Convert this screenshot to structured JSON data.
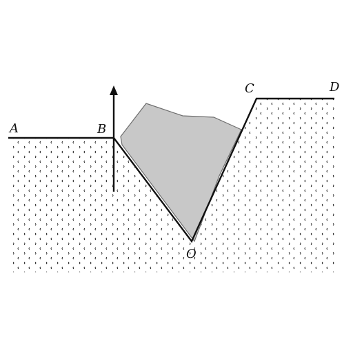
{
  "labels": {
    "a": "A",
    "b": "B",
    "c": "C",
    "d": "D",
    "o": "O"
  },
  "colors": {
    "line": "#111111",
    "fill": "#c8c8c8",
    "fill_stroke": "#6e6e6e",
    "ground_marks": "#222222",
    "background": "#ffffff"
  }
}
